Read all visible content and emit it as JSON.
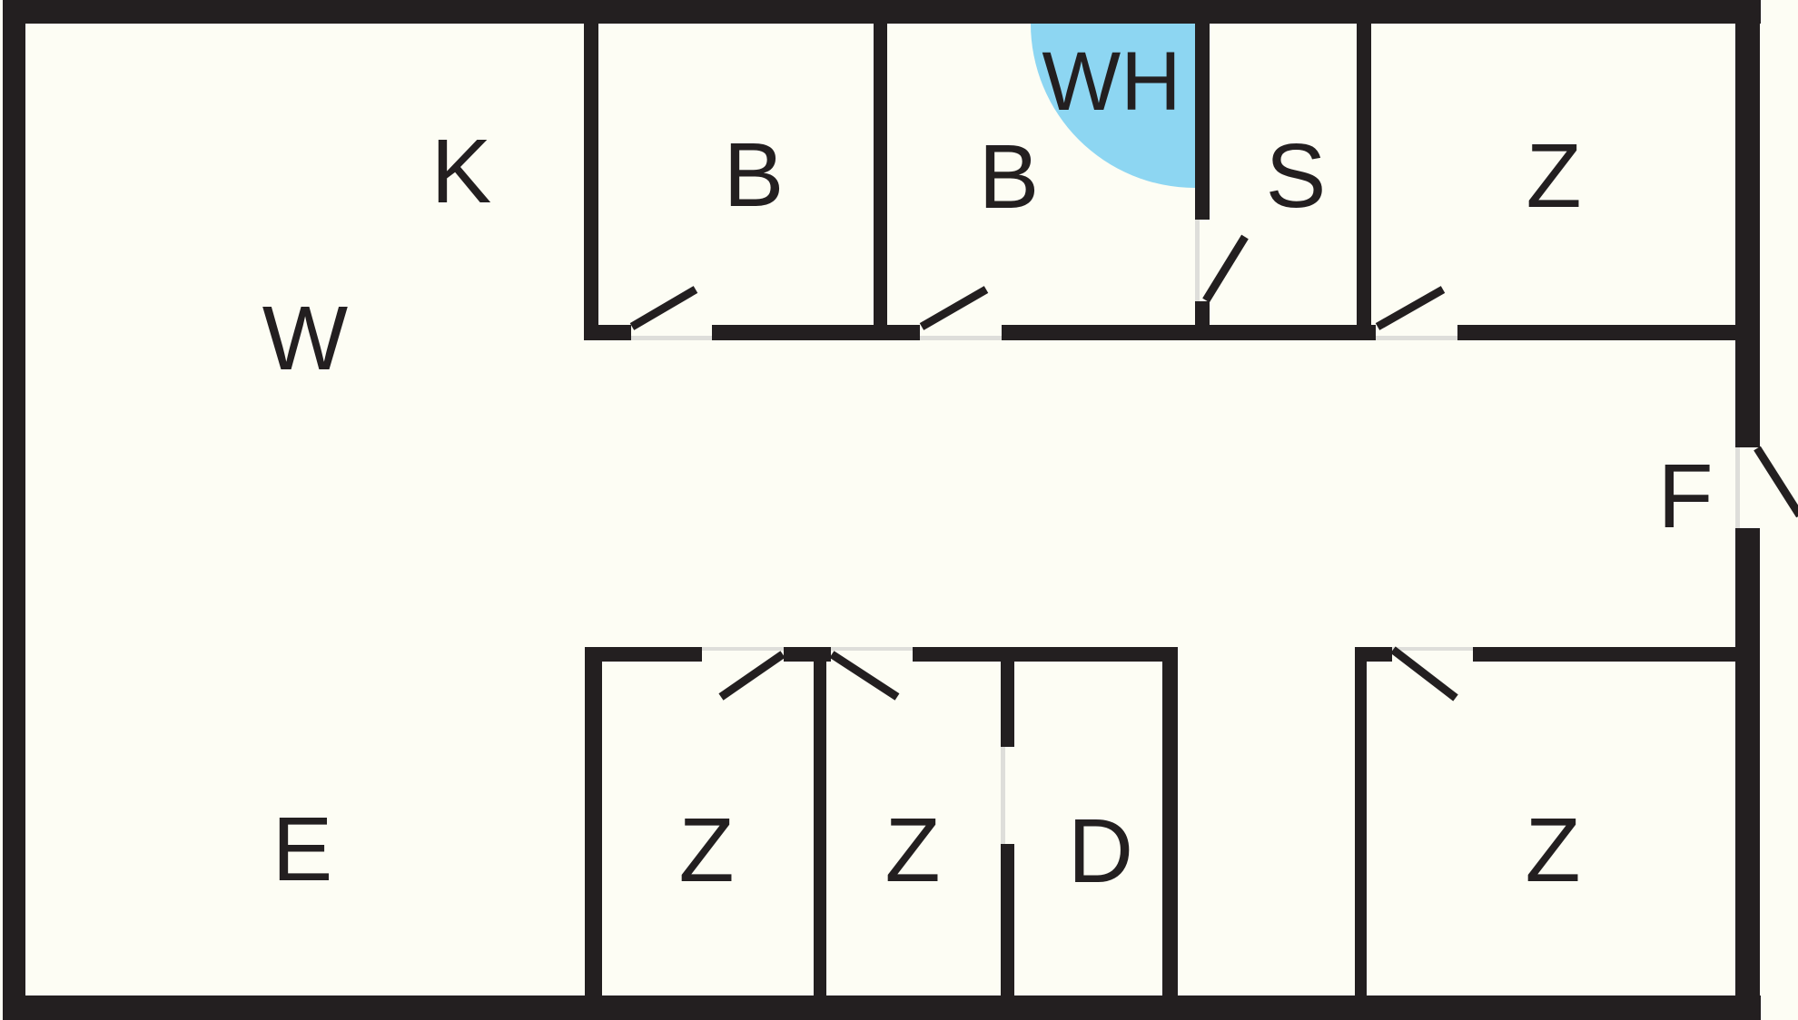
{
  "plan": {
    "type": "floor-plan",
    "colors": {
      "background": "#FDFDF4",
      "wall": "#231F20",
      "label": "#231F20",
      "highlight": "#8DD6F2",
      "door_opening": "#DEDEDA"
    },
    "rooms": [
      {
        "key": "k",
        "label": "K"
      },
      {
        "key": "b1",
        "label": "B"
      },
      {
        "key": "b2",
        "label": "B"
      },
      {
        "key": "wh",
        "label": "WH"
      },
      {
        "key": "s",
        "label": "S"
      },
      {
        "key": "z_top",
        "label": "Z"
      },
      {
        "key": "w",
        "label": "W"
      },
      {
        "key": "f",
        "label": "F"
      },
      {
        "key": "e",
        "label": "E"
      },
      {
        "key": "z_bottom_left",
        "label": "Z"
      },
      {
        "key": "z_bottom_mid",
        "label": "Z"
      },
      {
        "key": "d",
        "label": "D"
      },
      {
        "key": "z_bottom_right",
        "label": "Z"
      }
    ]
  }
}
